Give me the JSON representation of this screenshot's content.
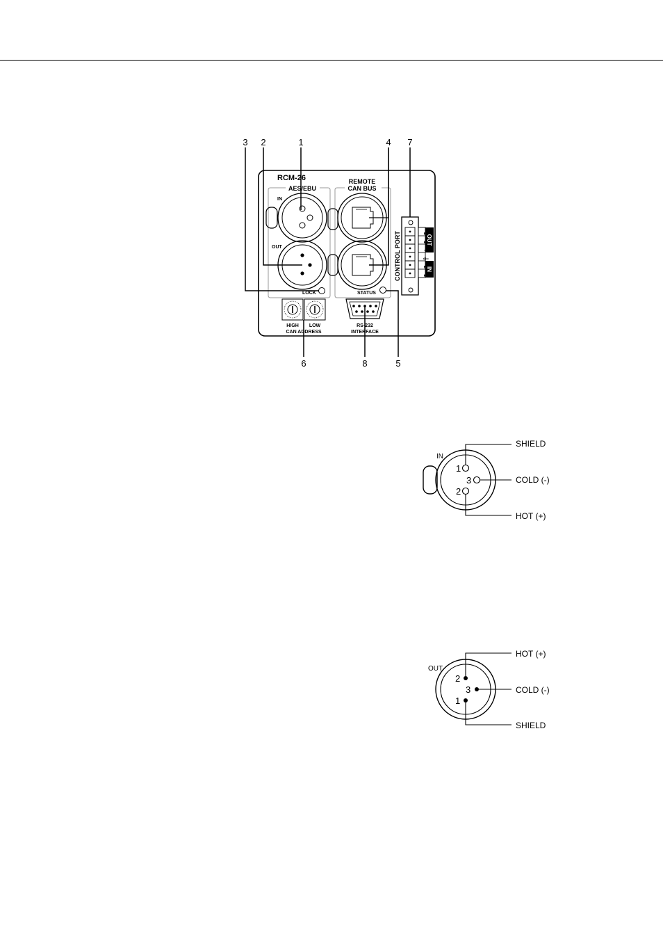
{
  "panel": {
    "model": "RCM-26",
    "aes_ebu_label": "AES/EBU",
    "in_label": "IN",
    "out_label": "OUT",
    "lock_label": "LOCK",
    "remote_label": "REMOTE",
    "can_bus_label": "CAN BUS",
    "status_label": "STATUS",
    "control_port_label": "CONTROL PORT",
    "terminal_labels": [
      "2",
      "1",
      "+",
      "⏚",
      "2",
      "1"
    ],
    "terminal_out_label": "OUT",
    "terminal_in_label": "IN",
    "high_label": "HIGH",
    "low_label": "LOW",
    "can_address_label": "CAN ADDRESS",
    "rs232_label": "RS-232",
    "interface_label": "INTERFACE"
  },
  "callouts": [
    "1",
    "2",
    "3",
    "4",
    "5",
    "6",
    "7",
    "8"
  ],
  "xlr_in": {
    "label": "IN",
    "pin1": "1",
    "pin2": "2",
    "pin3": "3",
    "shield": "SHIELD",
    "cold": "COLD (-)",
    "hot": "HOT (+)"
  },
  "xlr_out": {
    "label": "OUT",
    "pin1": "1",
    "pin2": "2",
    "pin3": "3",
    "hot": "HOT (+)",
    "cold": "COLD (-)",
    "shield": "SHIELD"
  }
}
